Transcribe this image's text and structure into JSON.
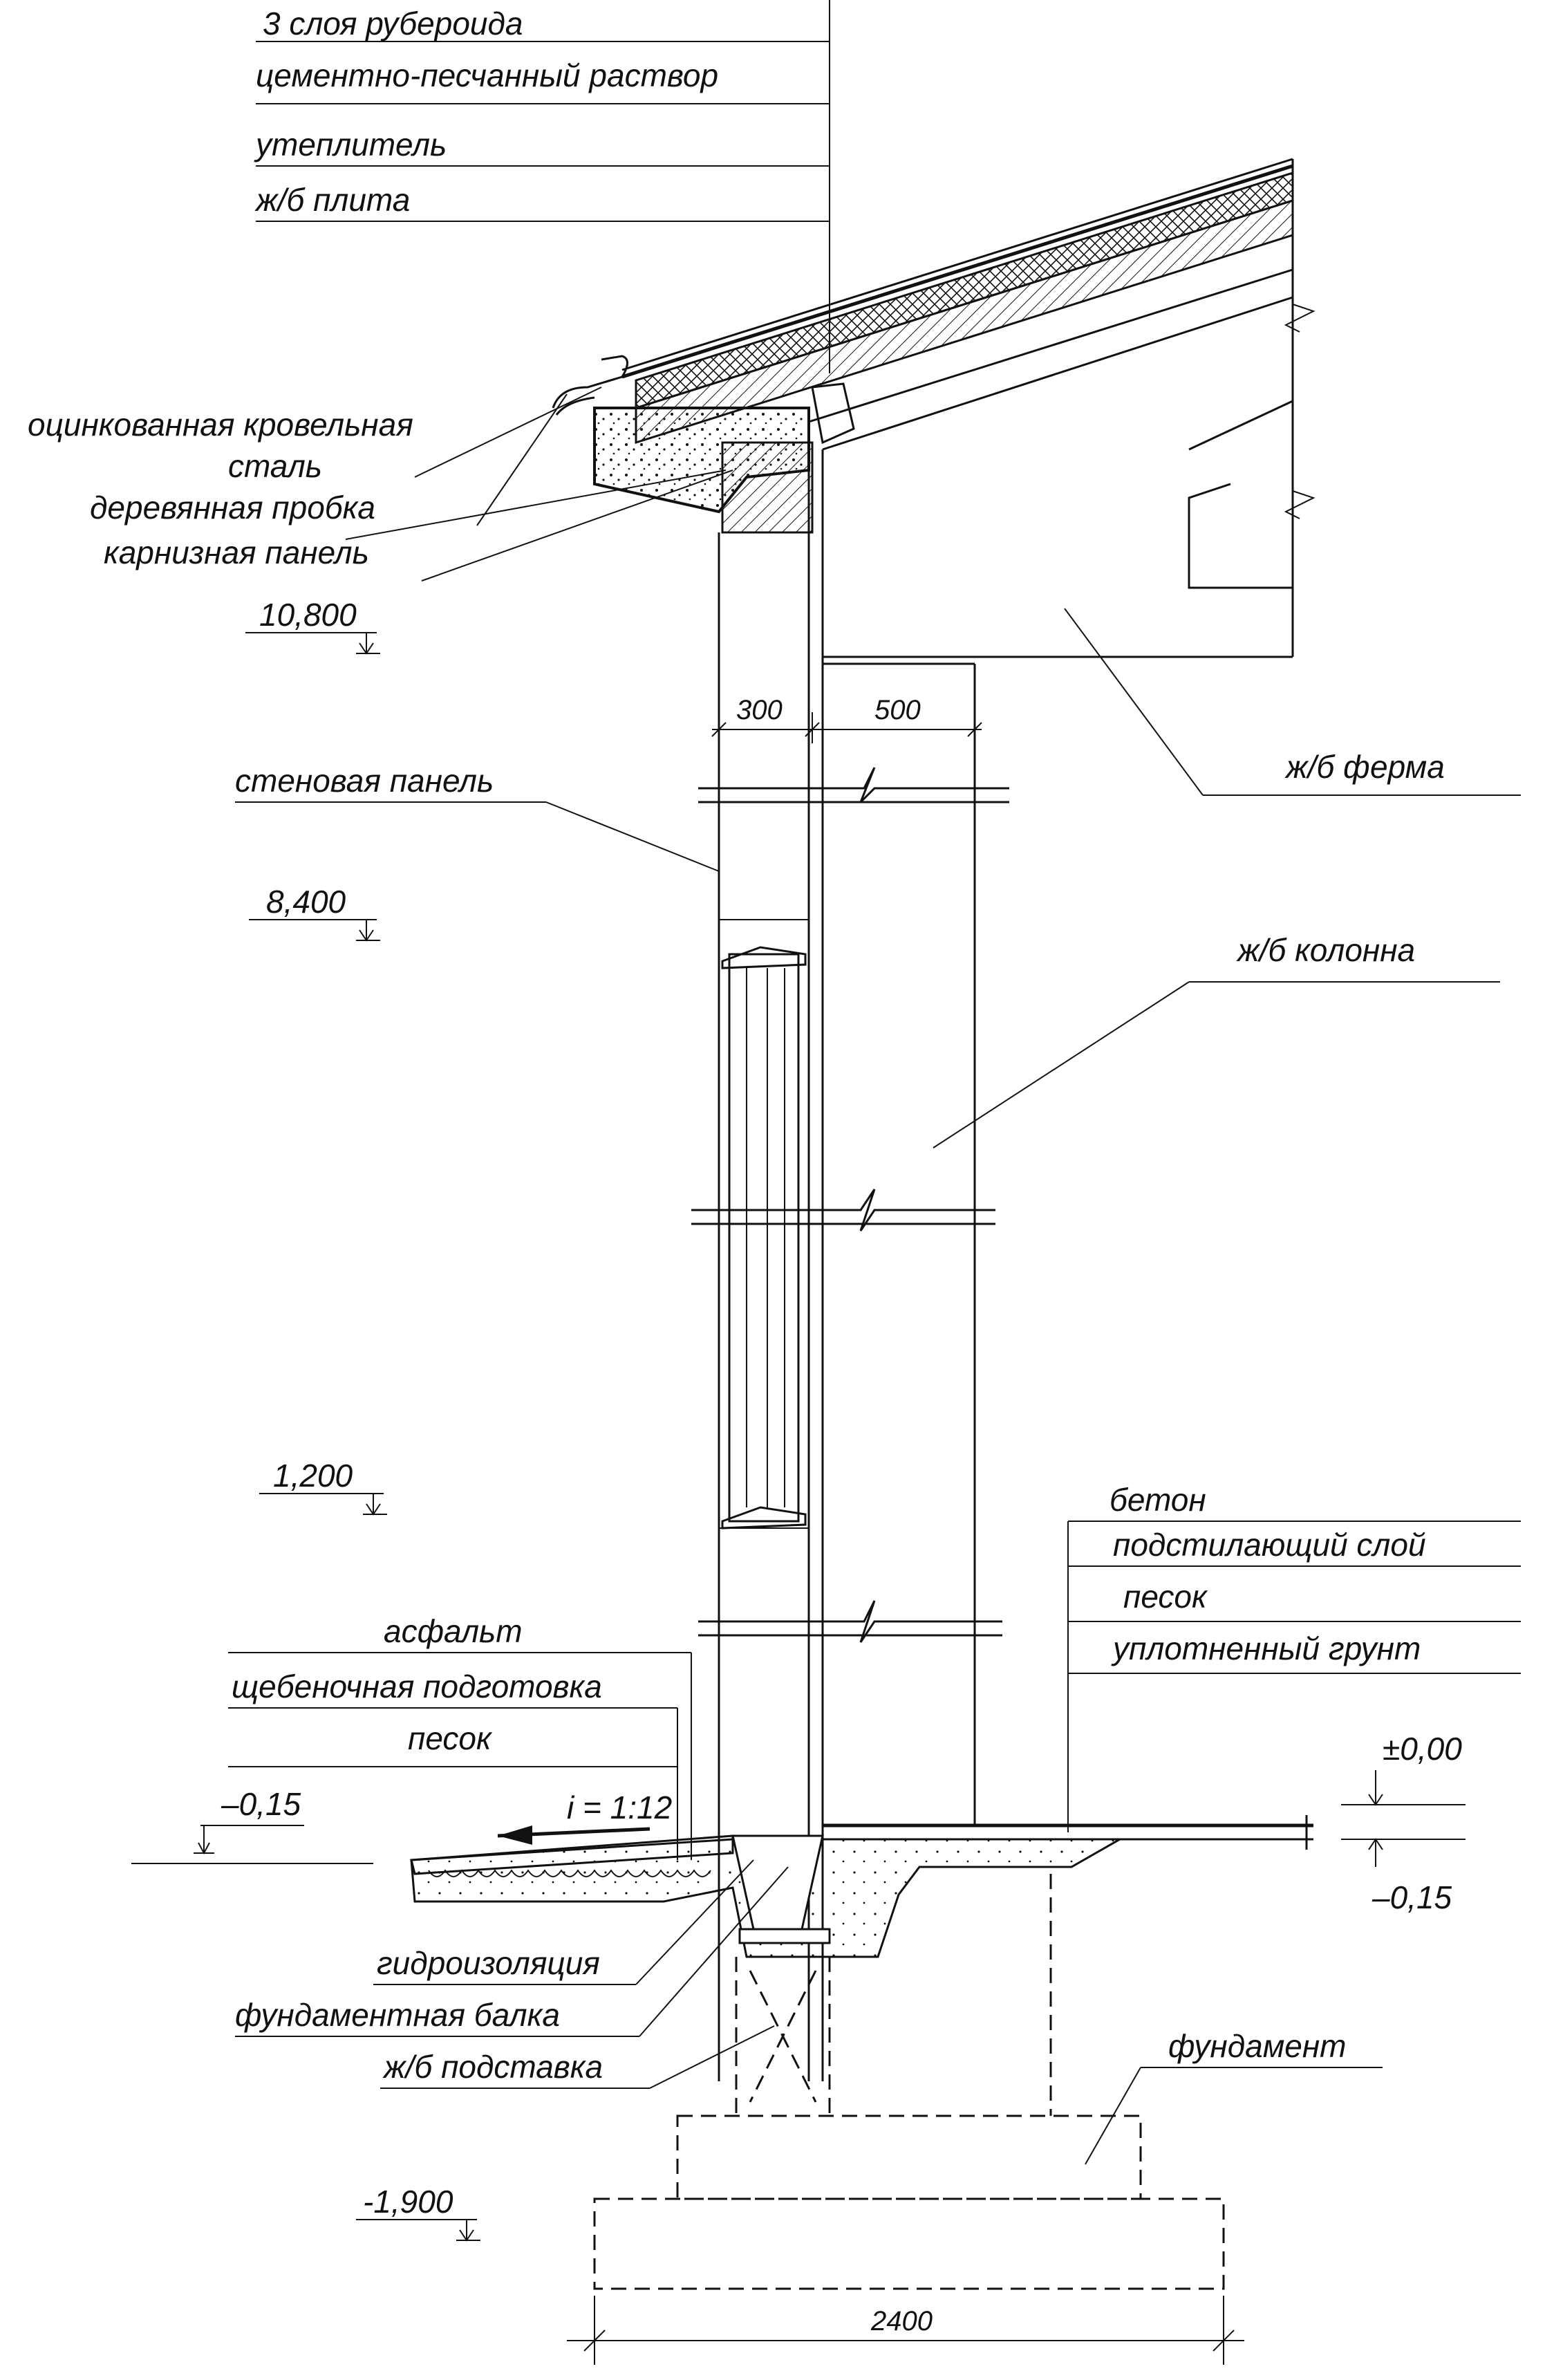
{
  "roof_layers": [
    "3 слоя рубероида",
    "цементно-песчанный раствор",
    "утеплитель",
    "ж/б плита"
  ],
  "eave_labels": [
    "оцинкованная  кровельная",
    "сталь",
    "деревянная пробка",
    "карнизная панель"
  ],
  "levels": {
    "l10800": "10,800",
    "l8400": "8,400",
    "l1200": "1,200",
    "lm015_left": "–0,15",
    "l000": "±0,00",
    "lm015_right": "–0,15",
    "lm1900": "-1,900"
  },
  "dimensions": {
    "wall": "300",
    "column": "500",
    "foundation": "2400"
  },
  "structure_labels": {
    "truss": "ж/б ферма",
    "wall_panel": "стеновая панель",
    "column": "ж/б колонна",
    "foundation": "фундамент"
  },
  "floor_layers": [
    "бетон",
    "подстилающий слой",
    "песок",
    "уплотненный грунт"
  ],
  "blind_area_layers": [
    "асфальт",
    "щебеночная подготовка",
    "песок"
  ],
  "slope": "i = 1:12",
  "base_labels": [
    "гидроизоляция",
    "фундаментная балка",
    "ж/б подставка"
  ]
}
